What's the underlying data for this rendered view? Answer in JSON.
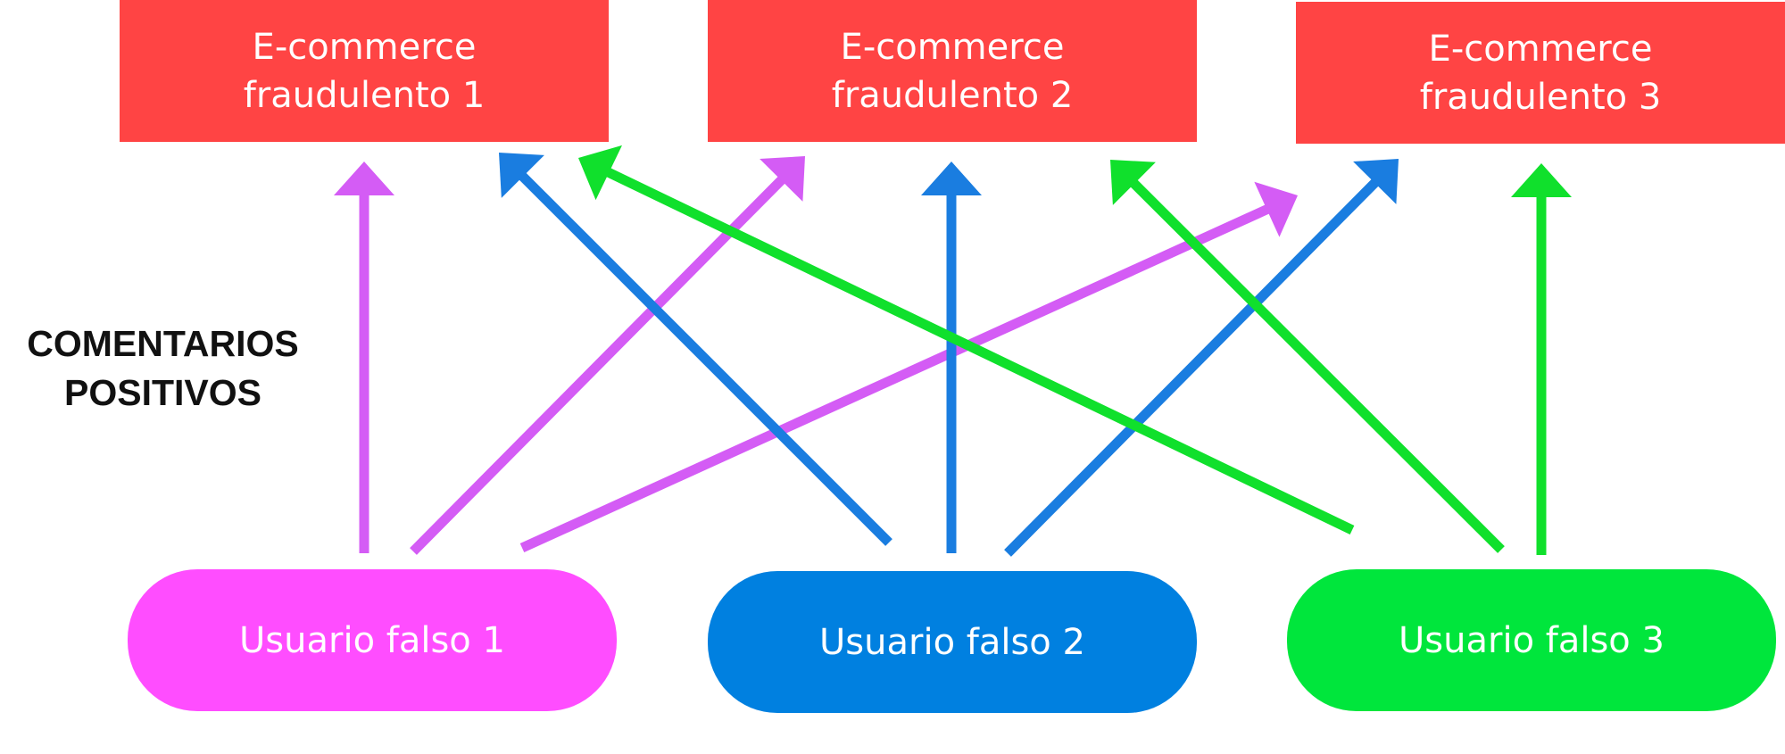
{
  "side_label": "COMENTARIOS\nPOSITIVOS",
  "shops": [
    {
      "label": "E-commerce\nfraudulento 1"
    },
    {
      "label": "E-commerce\nfraudulento 2"
    },
    {
      "label": "E-commerce\nfraudulento 3"
    }
  ],
  "users": [
    {
      "label": "Usuario falso 1"
    },
    {
      "label": "Usuario falso 2"
    },
    {
      "label": "Usuario falso 3"
    }
  ],
  "colors": {
    "shop": "#ff4444",
    "user_1": "#ff4dff",
    "user_2": "#0080e0",
    "user_3": "#00e63c",
    "arrow_user_1": "#d45cf5",
    "arrow_user_2": "#1a7de0",
    "arrow_user_3": "#10e02c"
  },
  "links": [
    {
      "from": "Usuario falso 1",
      "to": "E-commerce fraudulento 1"
    },
    {
      "from": "Usuario falso 1",
      "to": "E-commerce fraudulento 2"
    },
    {
      "from": "Usuario falso 1",
      "to": "E-commerce fraudulento 3"
    },
    {
      "from": "Usuario falso 2",
      "to": "E-commerce fraudulento 1"
    },
    {
      "from": "Usuario falso 2",
      "to": "E-commerce fraudulento 2"
    },
    {
      "from": "Usuario falso 2",
      "to": "E-commerce fraudulento 3"
    },
    {
      "from": "Usuario falso 3",
      "to": "E-commerce fraudulento 1"
    },
    {
      "from": "Usuario falso 3",
      "to": "E-commerce fraudulento 2"
    },
    {
      "from": "Usuario falso 3",
      "to": "E-commerce fraudulento 3"
    }
  ]
}
